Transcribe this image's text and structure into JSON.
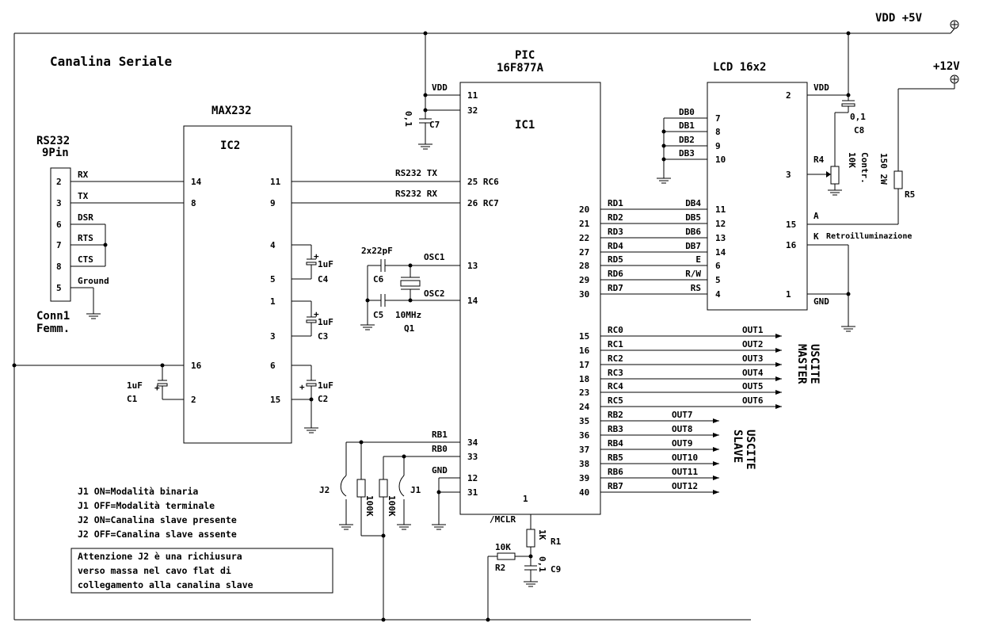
{
  "title": "Canalina Seriale",
  "power": {
    "vdd": "VDD +5V",
    "v12": "+12V",
    "vdd_pin": "VDD",
    "gnd": "GND"
  },
  "connector": {
    "title1": "RS232",
    "title2": "9Pin",
    "name1": "Conn1",
    "name2": "Femm.",
    "pins": [
      {
        "num": "2",
        "label": "RX"
      },
      {
        "num": "3",
        "label": "TX"
      },
      {
        "num": "6",
        "label": "DSR"
      },
      {
        "num": "7",
        "label": "RTS"
      },
      {
        "num": "8",
        "label": "CTS"
      },
      {
        "num": "5",
        "label": "Ground"
      }
    ]
  },
  "max232": {
    "title": "MAX232",
    "ref": "IC2",
    "left_pins": [
      "14",
      "8",
      "16",
      "2"
    ],
    "right_pins": [
      "11",
      "9",
      "4",
      "5",
      "1",
      "3",
      "6",
      "15"
    ]
  },
  "pic": {
    "title1": "PIC",
    "title2": "16F877A",
    "ref": "IC1",
    "left_pins": [
      {
        "num": "11",
        "label": ""
      },
      {
        "num": "32",
        "label": ""
      },
      {
        "num": "25",
        "label": "RC6"
      },
      {
        "num": "26",
        "label": "RC7"
      },
      {
        "num": "13",
        "label": ""
      },
      {
        "num": "14",
        "label": ""
      },
      {
        "num": "34",
        "label": ""
      },
      {
        "num": "33",
        "label": ""
      },
      {
        "num": "12",
        "label": ""
      },
      {
        "num": "31",
        "label": ""
      }
    ],
    "right_pins": [
      "20",
      "21",
      "22",
      "27",
      "28",
      "29",
      "30",
      "15",
      "16",
      "17",
      "18",
      "23",
      "24",
      "35",
      "36",
      "37",
      "38",
      "39",
      "40"
    ],
    "mclr_pin": "1",
    "mclr": "/MCLR"
  },
  "lcd": {
    "title": "LCD 16x2",
    "left_pins": [
      "7",
      "8",
      "9",
      "10",
      "11",
      "12",
      "13",
      "14",
      "6",
      "5",
      "4"
    ],
    "data_labels": [
      "DB0",
      "DB1",
      "DB2",
      "DB3"
    ],
    "right_pins": [
      "2",
      "3",
      "15",
      "16",
      "1"
    ],
    "a": "A",
    "k": "K",
    "backlight": "Retroilluminazione"
  },
  "signals": {
    "rs232_tx": "RS232 TX",
    "rs232_rx": "RS232 RX",
    "osc1": "OSC1",
    "osc2": "OSC2",
    "rb1": "RB1",
    "rb0": "RB0",
    "gnd": "GND"
  },
  "lcd_bus": [
    {
      "from": "RD1",
      "to": "DB4"
    },
    {
      "from": "RD2",
      "to": "DB5"
    },
    {
      "from": "RD3",
      "to": "DB6"
    },
    {
      "from": "RD4",
      "to": "DB7"
    },
    {
      "from": "RD5",
      "to": "E"
    },
    {
      "from": "RD6",
      "to": "R/W"
    },
    {
      "from": "RD7",
      "to": "RS"
    }
  ],
  "outputs_master": [
    {
      "from": "RC0",
      "to": "OUT1"
    },
    {
      "from": "RC1",
      "to": "OUT2"
    },
    {
      "from": "RC2",
      "to": "OUT3"
    },
    {
      "from": "RC3",
      "to": "OUT4"
    },
    {
      "from": "RC4",
      "to": "OUT5"
    },
    {
      "from": "RC5",
      "to": "OUT6"
    }
  ],
  "outputs_slave": [
    {
      "from": "RB2",
      "to": "OUT7"
    },
    {
      "from": "RB3",
      "to": "OUT8"
    },
    {
      "from": "RB4",
      "to": "OUT9"
    },
    {
      "from": "RB5",
      "to": "OUT10"
    },
    {
      "from": "RB6",
      "to": "OUT11"
    },
    {
      "from": "RB7",
      "to": "OUT12"
    }
  ],
  "group_labels": {
    "master1": "USCITE",
    "master2": "MASTER",
    "slave1": "USCITE",
    "slave2": "SLAVE"
  },
  "components": {
    "c1": "C1",
    "c1v": "1uF",
    "c2": "C2",
    "c2v": "1uF",
    "c3": "C3",
    "c3v": "1uF",
    "c4": "C4",
    "c4v": "1uF",
    "c5": "C5",
    "c6": "C6",
    "c56v": "2x22pF",
    "q1": "Q1",
    "q1v": "10MHz",
    "c7": "C7",
    "c7v": "0,1",
    "c8": "C8",
    "c8v": "0,1",
    "c9": "C9",
    "c9v": "0,1",
    "r1": "R1",
    "r1v": "1K",
    "r2": "R2",
    "r2v": "10K",
    "r4": "R4",
    "r4v1": "10K",
    "r4v2": "Contr.",
    "r5": "R5",
    "r5v": "150 2W",
    "rb0v": "100K",
    "rb1v": "100K",
    "j1": "J1",
    "j2": "J2"
  },
  "notes": [
    "J1 ON=Modalità binaria",
    "J1 OFF=Modalità terminale",
    "J2 ON=Canalina slave presente",
    "J2 OFF=Canalina slave assente"
  ],
  "warning": [
    "Attenzione J2 è una richiusura",
    "verso massa nel cavo flat di",
    "collegamento alla canalina slave"
  ],
  "plus": "+"
}
